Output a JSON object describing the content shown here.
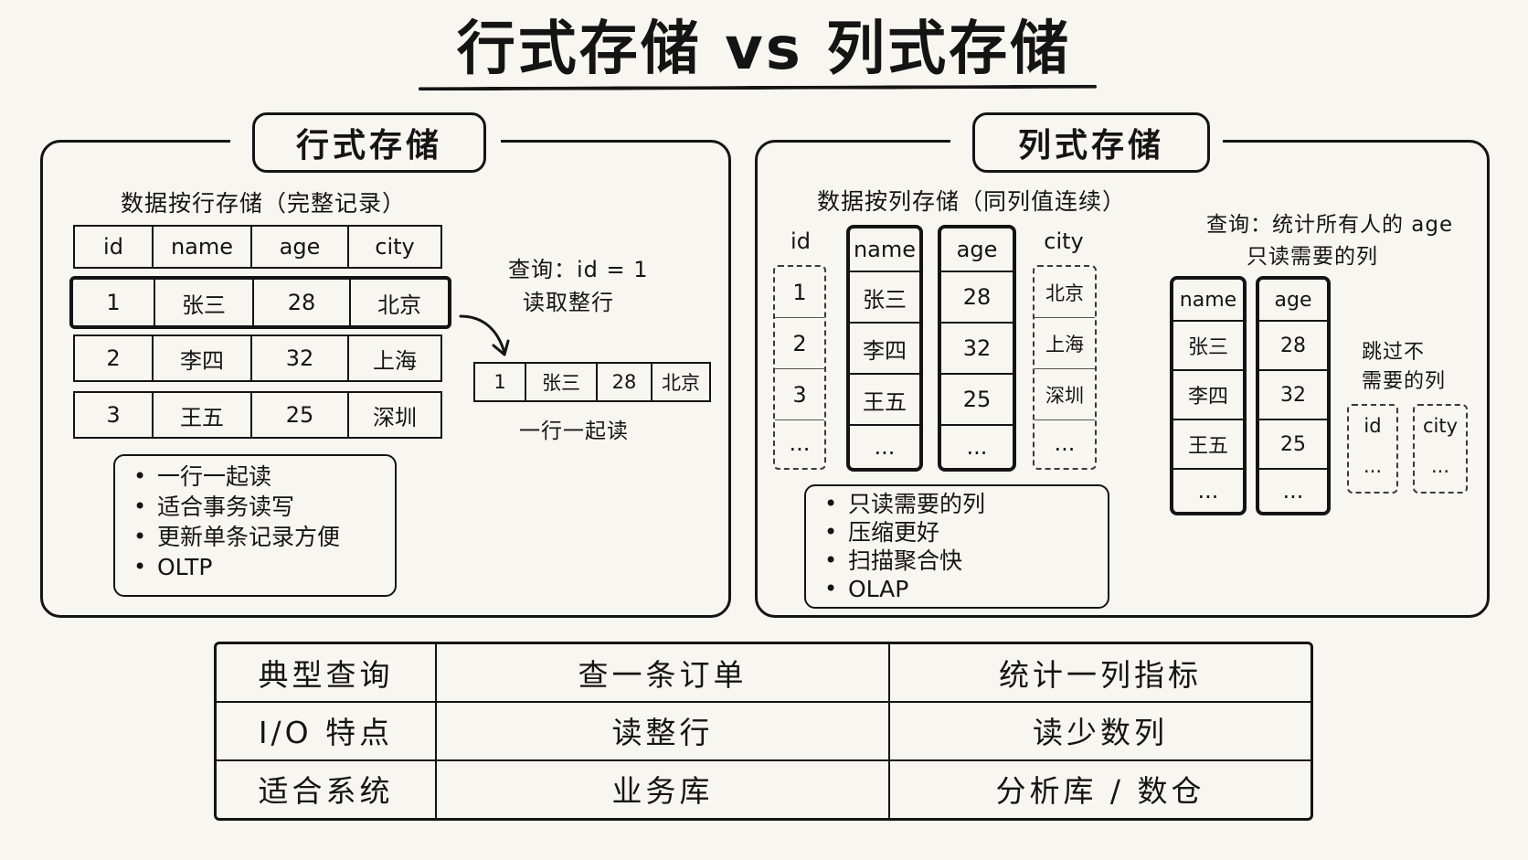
{
  "title": "行式存储 vs 列式存储",
  "row_store": {
    "tab_title": "行式存储",
    "caption": "数据按行存储（完整记录）",
    "headers": [
      "id",
      "name",
      "age",
      "city"
    ],
    "rows": [
      [
        "1",
        "张三",
        "28",
        "北京"
      ],
      [
        "2",
        "李四",
        "32",
        "上海"
      ],
      [
        "3",
        "王五",
        "25",
        "深圳"
      ]
    ],
    "query_line1": "查询：id = 1",
    "query_line2": "读取整行",
    "result_row": [
      "1",
      "张三",
      "28",
      "北京"
    ],
    "result_caption": "一行一起读",
    "bullets": [
      "一行一起读",
      "适合事务读写",
      "更新单条记录方便",
      "OLTP"
    ]
  },
  "col_store": {
    "tab_title": "列式存储",
    "caption": "数据按列存储（同列值连续）",
    "columns": [
      {
        "header": "id",
        "values": [
          "1",
          "2",
          "3",
          "..."
        ],
        "read": false
      },
      {
        "header": "name",
        "values": [
          "张三",
          "李四",
          "王五",
          "..."
        ],
        "read": true
      },
      {
        "header": "age",
        "values": [
          "28",
          "32",
          "25",
          "..."
        ],
        "read": true
      },
      {
        "header": "city",
        "values": [
          "北京",
          "上海",
          "深圳",
          "..."
        ],
        "read": false
      }
    ],
    "query_line1": "查询：统计所有人的 age",
    "query_line2": "只读需要的列",
    "read_columns": [
      {
        "header": "name",
        "values": [
          "张三",
          "李四",
          "王五",
          "..."
        ]
      },
      {
        "header": "age",
        "values": [
          "28",
          "32",
          "25",
          "..."
        ]
      }
    ],
    "skip_line1": "跳过不",
    "skip_line2": "需要的列",
    "skipped_columns": [
      {
        "header": "id",
        "value": "..."
      },
      {
        "header": "city",
        "value": "..."
      }
    ],
    "bullets": [
      "只读需要的列",
      "压缩更好",
      "扫描聚合快",
      "OLAP"
    ]
  },
  "comparison": [
    [
      "典型查询",
      "查一条订单",
      "统计一列指标"
    ],
    [
      "I/O 特点",
      "读整行",
      "读少数列"
    ],
    [
      "适合系统",
      "业务库",
      "分析库 / 数仓"
    ]
  ]
}
